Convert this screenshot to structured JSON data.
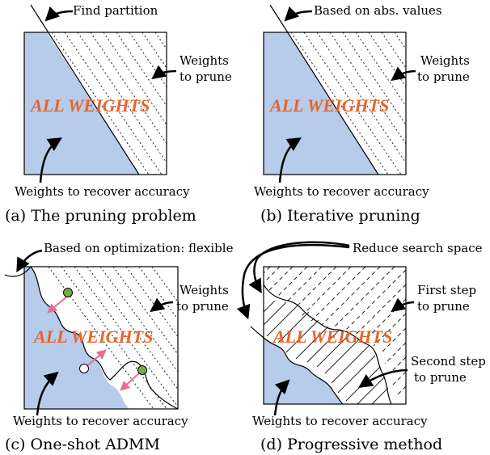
{
  "colors": {
    "shade": "#b7cbea",
    "orange": "#e8642a",
    "pink": "#e2708f",
    "dot": "#7aab4a"
  },
  "panel_a": {
    "top_note": "Find partition",
    "right_note_1": "Weights",
    "right_note_2": "to prune",
    "center_text": "ALL WEIGHTS",
    "bottom_note": "Weights to recover accuracy",
    "caption": "(a) The pruning problem"
  },
  "panel_b": {
    "top_note": "Based on abs. values",
    "right_note_1": "Weights",
    "right_note_2": "to prune",
    "center_text": "ALL WEIGHTS",
    "bottom_note": "Weights to recover accuracy",
    "caption": "(b) Iterative pruning"
  },
  "panel_c": {
    "top_note": "Based on optimization: flexible",
    "right_note_1": "Weights",
    "right_note_2": "to prune",
    "center_text": "ALL WEIGHTS",
    "bottom_note": "Weights to recover accuracy",
    "caption": "(c) One-shot ADMM"
  },
  "panel_d": {
    "top_note": "Reduce search space",
    "first_note_1": "First step",
    "first_note_2": "to prune",
    "second_note_1": "Second step",
    "second_note_2": "to prune",
    "center_text": "ALL WEIGHTS",
    "bottom_note": "Weights to recover accuracy",
    "caption": "(d) Progressive method"
  }
}
